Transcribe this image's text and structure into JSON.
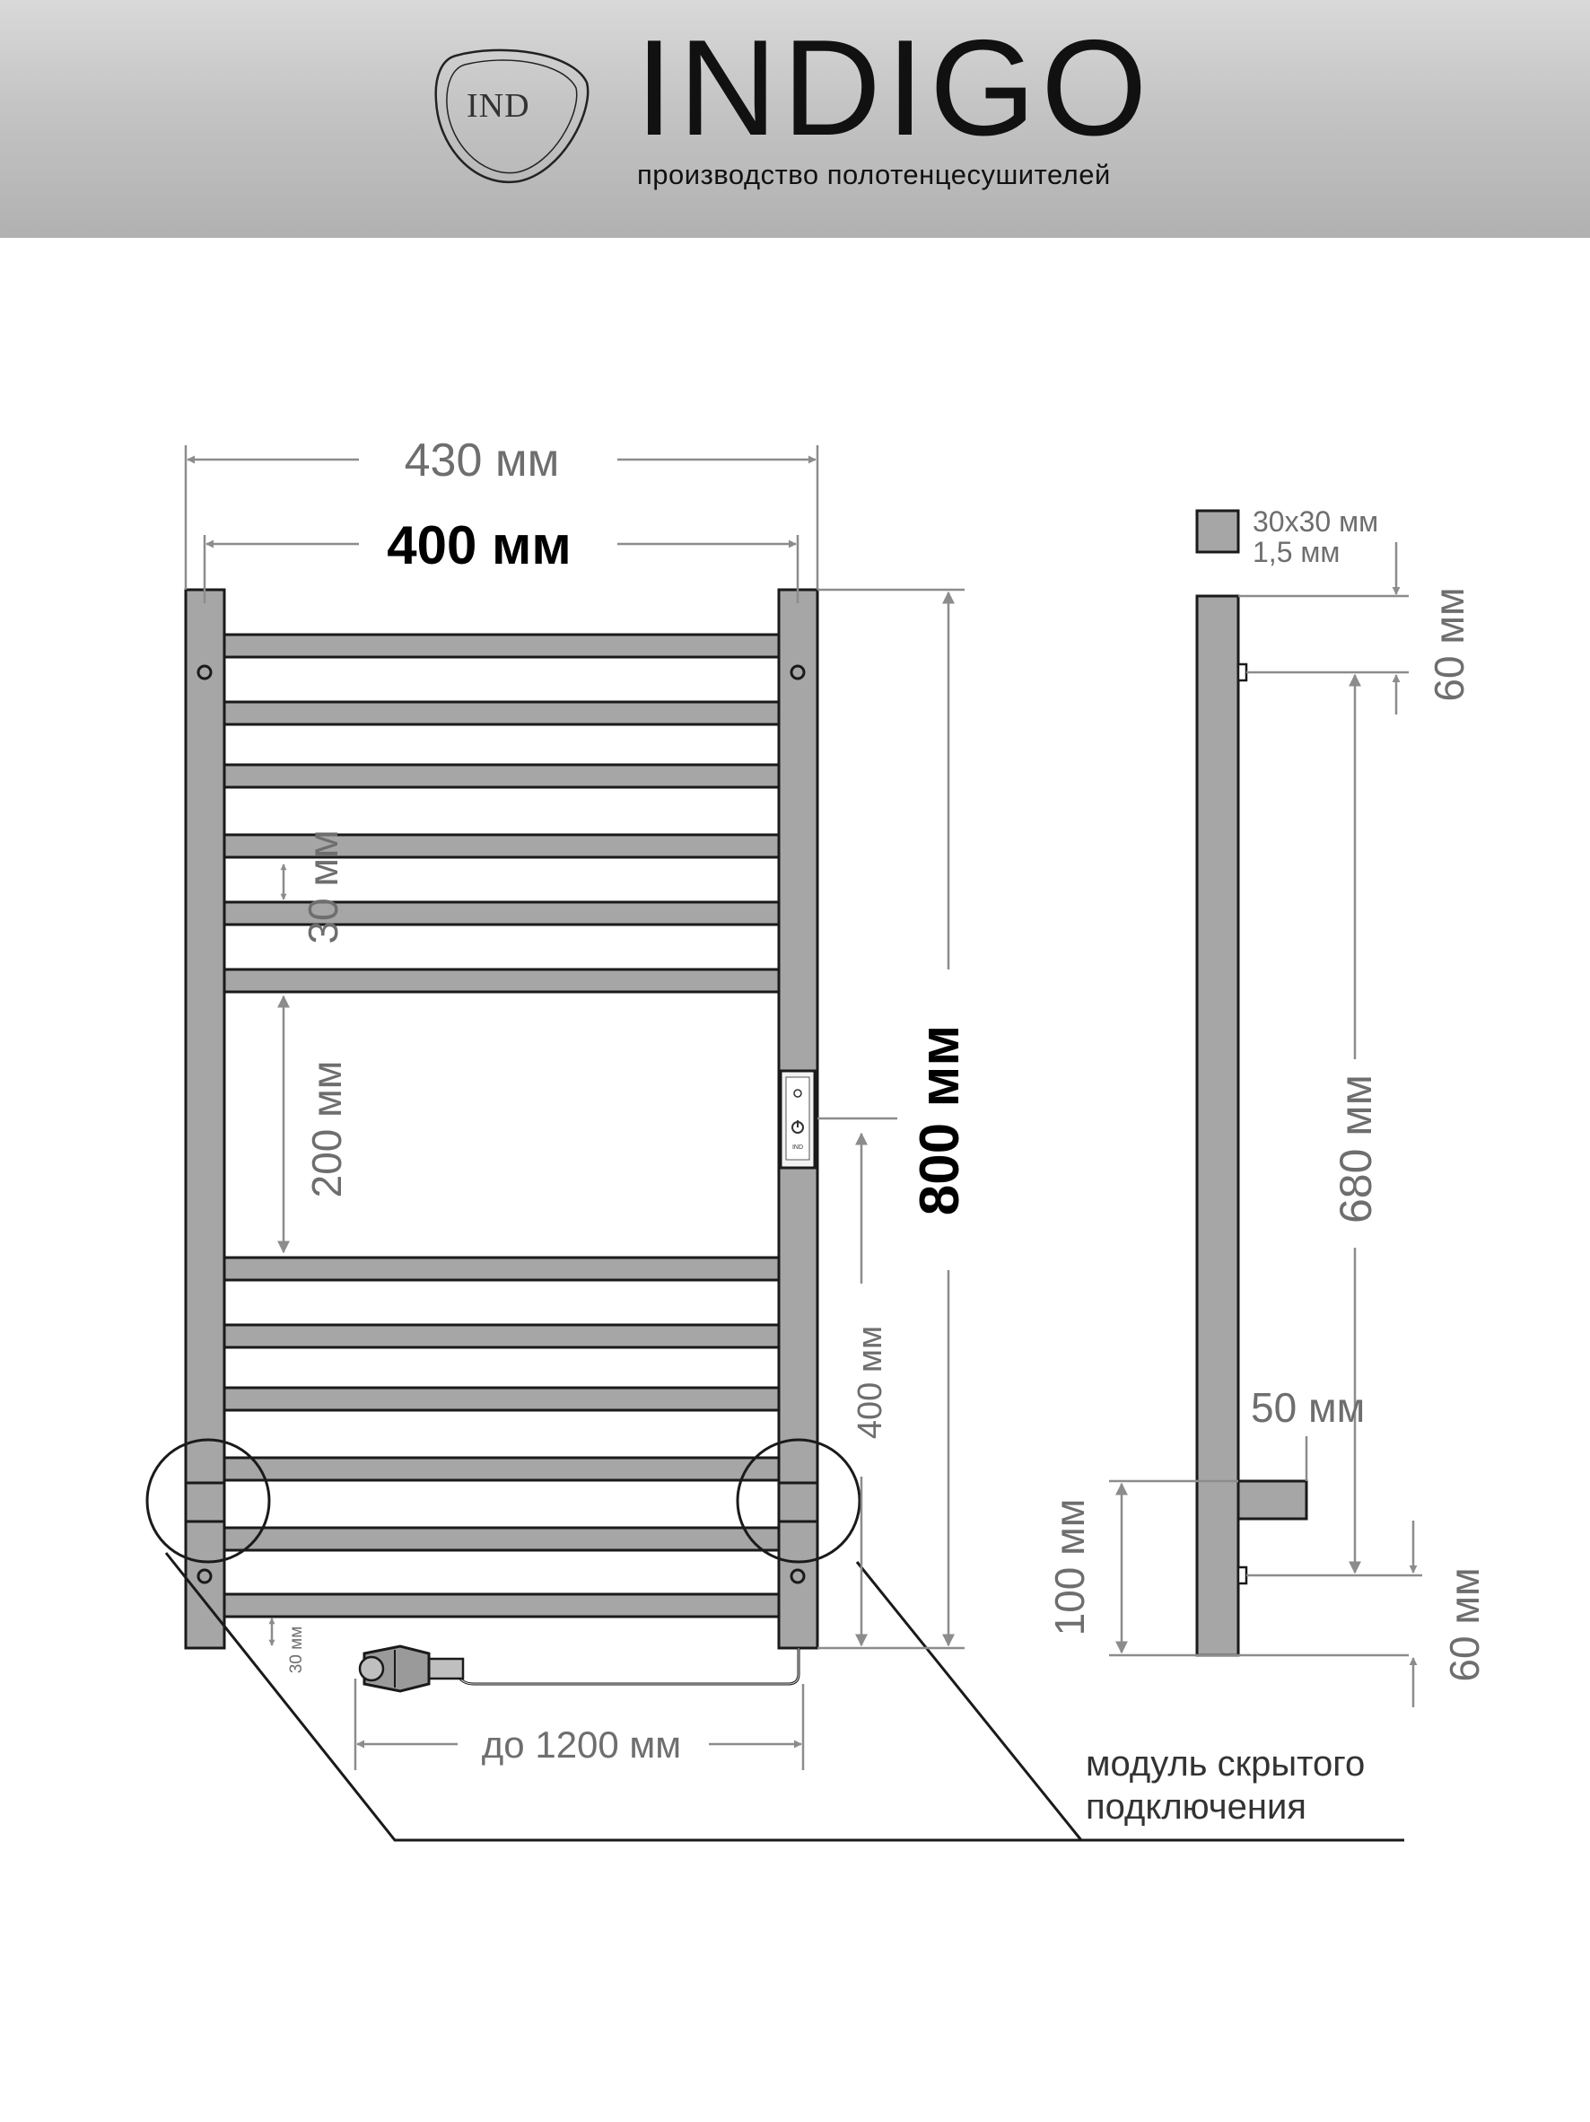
{
  "header": {
    "brand_name": "INDIGO",
    "brand_subtitle": "производство полотенцесушителей",
    "logo_text": "IND"
  },
  "dimensions": {
    "outer_width": "430 мм",
    "inner_width": "400 мм",
    "total_height": "800 мм",
    "bar_spacing": "30 мм",
    "gap": "200 мм",
    "control_height": "400 мм",
    "bottom_gap": "30 мм",
    "cable_length": "до 1200 мм",
    "profile_size": "30х30 мм",
    "wall_thickness": "1,5 мм",
    "top_offset": "60 мм",
    "mount_distance": "680 мм",
    "wall_distance": "50 мм",
    "floor_height": "100 мм",
    "bottom_offset": "60 мм"
  },
  "annotation": {
    "line1": "модуль скрытого",
    "line2": "подключения"
  },
  "control_panel": {
    "brand": "IND"
  },
  "colors": {
    "metal": "#a6a6a6",
    "outline": "#1a1a1a",
    "dimension_line": "#8c8c8c",
    "dimension_text": "#6e6e6e",
    "bold_text": "#000000"
  }
}
